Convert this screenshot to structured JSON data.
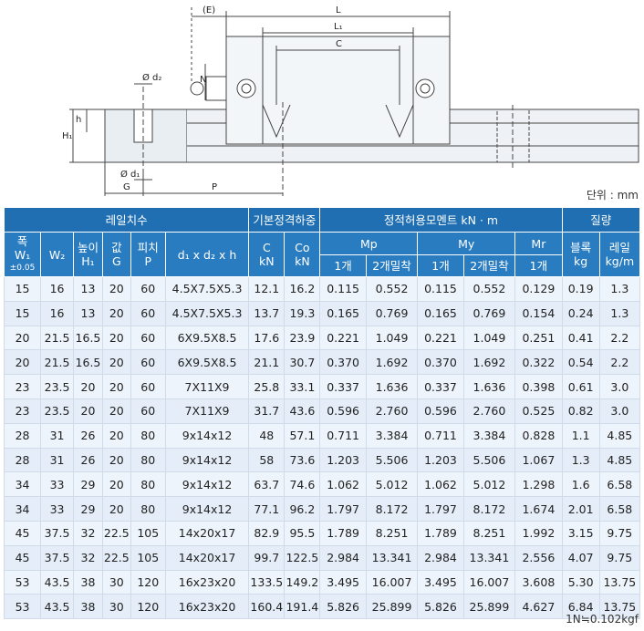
{
  "drawing": {
    "labels": {
      "e": "(E)",
      "l": "L",
      "l1": "L₁",
      "c": "C",
      "d2": "Ø d₂",
      "d1": "Ø d₁",
      "n": "N",
      "h": "h",
      "h1": "H₁",
      "g": "G",
      "p": "P"
    }
  },
  "unit_note": "단위 : mm",
  "footnote": "1N≒0.102kgf",
  "table": {
    "header": {
      "group_rail": "레일치수",
      "group_basic": "기본정격하중",
      "group_moment": "정적허용모멘트 kN · m",
      "group_mass": "질량",
      "col_w1_top": "폭",
      "col_w1_mid": "W₁",
      "col_w1_bot": "±0.05",
      "col_w2": "W₂",
      "col_h1_top": "높이",
      "col_h1_bot": "H₁",
      "col_g_top": "값",
      "col_g_bot": "G",
      "col_p_top": "피치",
      "col_p_bot": "P",
      "col_d": "d₁ x d₂ x h",
      "col_c_top": "C",
      "col_c_bot": "kN",
      "col_co_top": "Co",
      "col_co_bot": "kN",
      "mp": "Mp",
      "my": "My",
      "mr": "Mr",
      "one": "1개",
      "two": "2개밀착",
      "block_top": "블록",
      "block_bot": "kg",
      "rail_top": "레일",
      "rail_bot": "kg/m"
    },
    "rows": [
      [
        "15",
        "16",
        "13",
        "20",
        "60",
        "4.5X7.5X5.3",
        "12.1",
        "16.2",
        "0.115",
        "0.552",
        "0.115",
        "0.552",
        "0.129",
        "0.19",
        "1.3"
      ],
      [
        "15",
        "16",
        "13",
        "20",
        "60",
        "4.5X7.5X5.3",
        "13.7",
        "19.3",
        "0.165",
        "0.769",
        "0.165",
        "0.769",
        "0.154",
        "0.24",
        "1.3"
      ],
      [
        "20",
        "21.5",
        "16.5",
        "20",
        "60",
        "6X9.5X8.5",
        "17.6",
        "23.9",
        "0.221",
        "1.049",
        "0.221",
        "1.049",
        "0.251",
        "0.41",
        "2.2"
      ],
      [
        "20",
        "21.5",
        "16.5",
        "20",
        "60",
        "6X9.5X8.5",
        "21.1",
        "30.7",
        "0.370",
        "1.692",
        "0.370",
        "1.692",
        "0.322",
        "0.54",
        "2.2"
      ],
      [
        "23",
        "23.5",
        "20",
        "20",
        "60",
        "7X11X9",
        "25.8",
        "33.1",
        "0.337",
        "1.636",
        "0.337",
        "1.636",
        "0.398",
        "0.61",
        "3.0"
      ],
      [
        "23",
        "23.5",
        "20",
        "20",
        "60",
        "7X11X9",
        "31.7",
        "43.6",
        "0.596",
        "2.760",
        "0.596",
        "2.760",
        "0.525",
        "0.82",
        "3.0"
      ],
      [
        "28",
        "31",
        "26",
        "20",
        "80",
        "9x14x12",
        "48",
        "57.1",
        "0.711",
        "3.384",
        "0.711",
        "3.384",
        "0.828",
        "1.1",
        "4.85"
      ],
      [
        "28",
        "31",
        "26",
        "20",
        "80",
        "9x14x12",
        "58",
        "73.6",
        "1.203",
        "5.506",
        "1.203",
        "5.506",
        "1.067",
        "1.3",
        "4.85"
      ],
      [
        "34",
        "33",
        "29",
        "20",
        "80",
        "9x14x12",
        "63.7",
        "74.6",
        "1.062",
        "5.012",
        "1.062",
        "5.012",
        "1.298",
        "1.6",
        "6.58"
      ],
      [
        "34",
        "33",
        "29",
        "20",
        "80",
        "9x14x12",
        "77.1",
        "96.2",
        "1.797",
        "8.172",
        "1.797",
        "8.172",
        "1.674",
        "2.01",
        "6.58"
      ],
      [
        "45",
        "37.5",
        "32",
        "22.5",
        "105",
        "14x20x17",
        "82.9",
        "95.5",
        "1.789",
        "8.251",
        "1.789",
        "8.251",
        "1.992",
        "3.15",
        "9.75"
      ],
      [
        "45",
        "37.5",
        "32",
        "22.5",
        "105",
        "14x20x17",
        "99.7",
        "122.5",
        "2.984",
        "13.341",
        "2.984",
        "13.341",
        "2.556",
        "4.07",
        "9.75"
      ],
      [
        "53",
        "43.5",
        "38",
        "30",
        "120",
        "16x23x20",
        "133.5",
        "149.2",
        "3.495",
        "16.007",
        "3.495",
        "16.007",
        "3.608",
        "5.30",
        "13.75"
      ],
      [
        "53",
        "43.5",
        "38",
        "30",
        "120",
        "16x23x20",
        "160.4",
        "191.4",
        "5.826",
        "25.899",
        "5.826",
        "25.899",
        "4.627",
        "6.84",
        "13.75"
      ]
    ]
  }
}
